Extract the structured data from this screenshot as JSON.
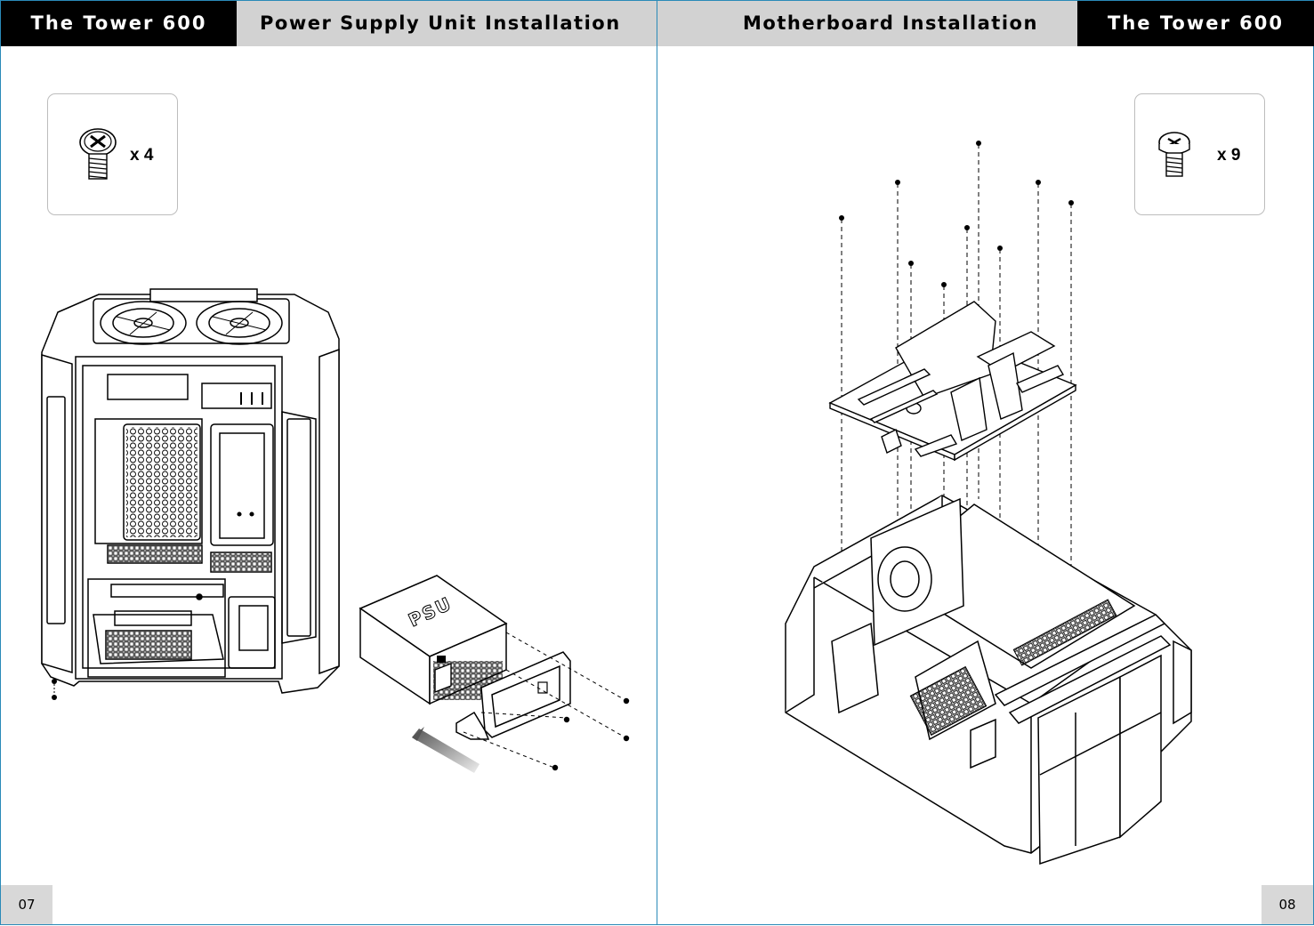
{
  "left_page": {
    "brand": "The Tower 600",
    "section_title": "Power Supply Unit Installation",
    "screw_quantity": "x 4",
    "psu_label": "PSU",
    "page_number": "07"
  },
  "right_page": {
    "section_title": "Motherboard Installation",
    "brand": "The Tower 600",
    "screw_quantity": "x 9",
    "page_number": "08"
  }
}
